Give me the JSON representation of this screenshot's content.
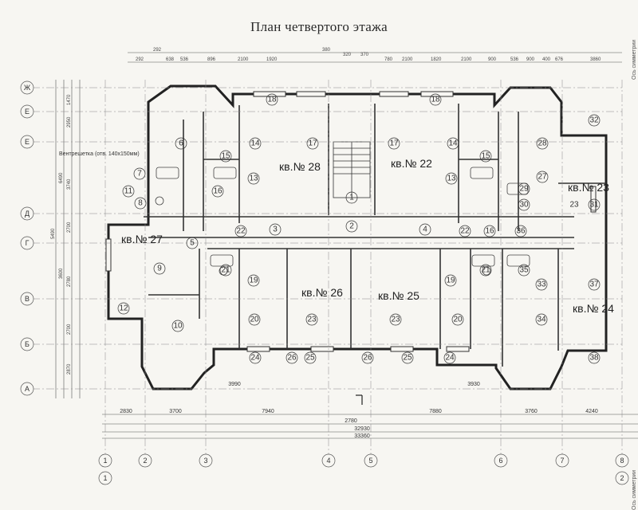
{
  "title": "План четвертого этажа",
  "side_note_top": "Ось симметрии",
  "side_note_bottom": "Ось симметрии",
  "vent_label": "Вентрешетка (отв. 140х150мм)",
  "apartments": [
    {
      "id": "28",
      "label": "кв.№ 28"
    },
    {
      "id": "22",
      "label": "кв.№ 22"
    },
    {
      "id": "23",
      "label": "кв.№ 23"
    },
    {
      "id": "27",
      "label": "кв.№ 27"
    },
    {
      "id": "26",
      "label": "кв.№ 26"
    },
    {
      "id": "25",
      "label": "кв.№ 25"
    },
    {
      "id": "24",
      "label": "кв.№ 24"
    }
  ],
  "rooms": [
    "1",
    "2",
    "3",
    "4",
    "5",
    "6",
    "7",
    "8",
    "9",
    "10",
    "11",
    "12",
    "13",
    "13",
    "14",
    "14",
    "15",
    "15",
    "16",
    "16",
    "17",
    "17",
    "18",
    "18",
    "19",
    "19",
    "20",
    "20",
    "21",
    "21",
    "22",
    "22",
    "23",
    "23",
    "23",
    "24",
    "24",
    "25",
    "25",
    "26",
    "26",
    "27",
    "28",
    "29",
    "30",
    "31",
    "32",
    "33",
    "34",
    "35",
    "36",
    "37",
    "38"
  ],
  "top_dims": [
    "292",
    "292",
    "638",
    "536",
    "896",
    "2100",
    "1920",
    "380",
    "320",
    "370",
    "780",
    "2100",
    "1820",
    "2100",
    "900",
    "536",
    "900",
    "400",
    "676",
    "3860"
  ],
  "bottom_dims": {
    "segment_1": [
      "2830",
      "3700",
      "7940",
      "7880",
      "3760",
      "4240"
    ],
    "row_3990": "3990",
    "row_3930": "3930",
    "mid": "2780",
    "total_1": "32930",
    "total_2": "33360"
  },
  "left_dims": [
    "1470",
    "2950",
    "6490",
    "3740",
    "2700",
    "5490",
    "3600",
    "2780",
    "2700",
    "2870"
  ],
  "row_axes": [
    "Ж",
    "Е",
    "Е",
    "Д",
    "Г",
    "В",
    "Б",
    "А"
  ],
  "col_axes": [
    "1",
    "2",
    "3",
    "4",
    "5",
    "6",
    "7",
    "8"
  ],
  "col_axes_alt": [
    "1",
    "2"
  ]
}
